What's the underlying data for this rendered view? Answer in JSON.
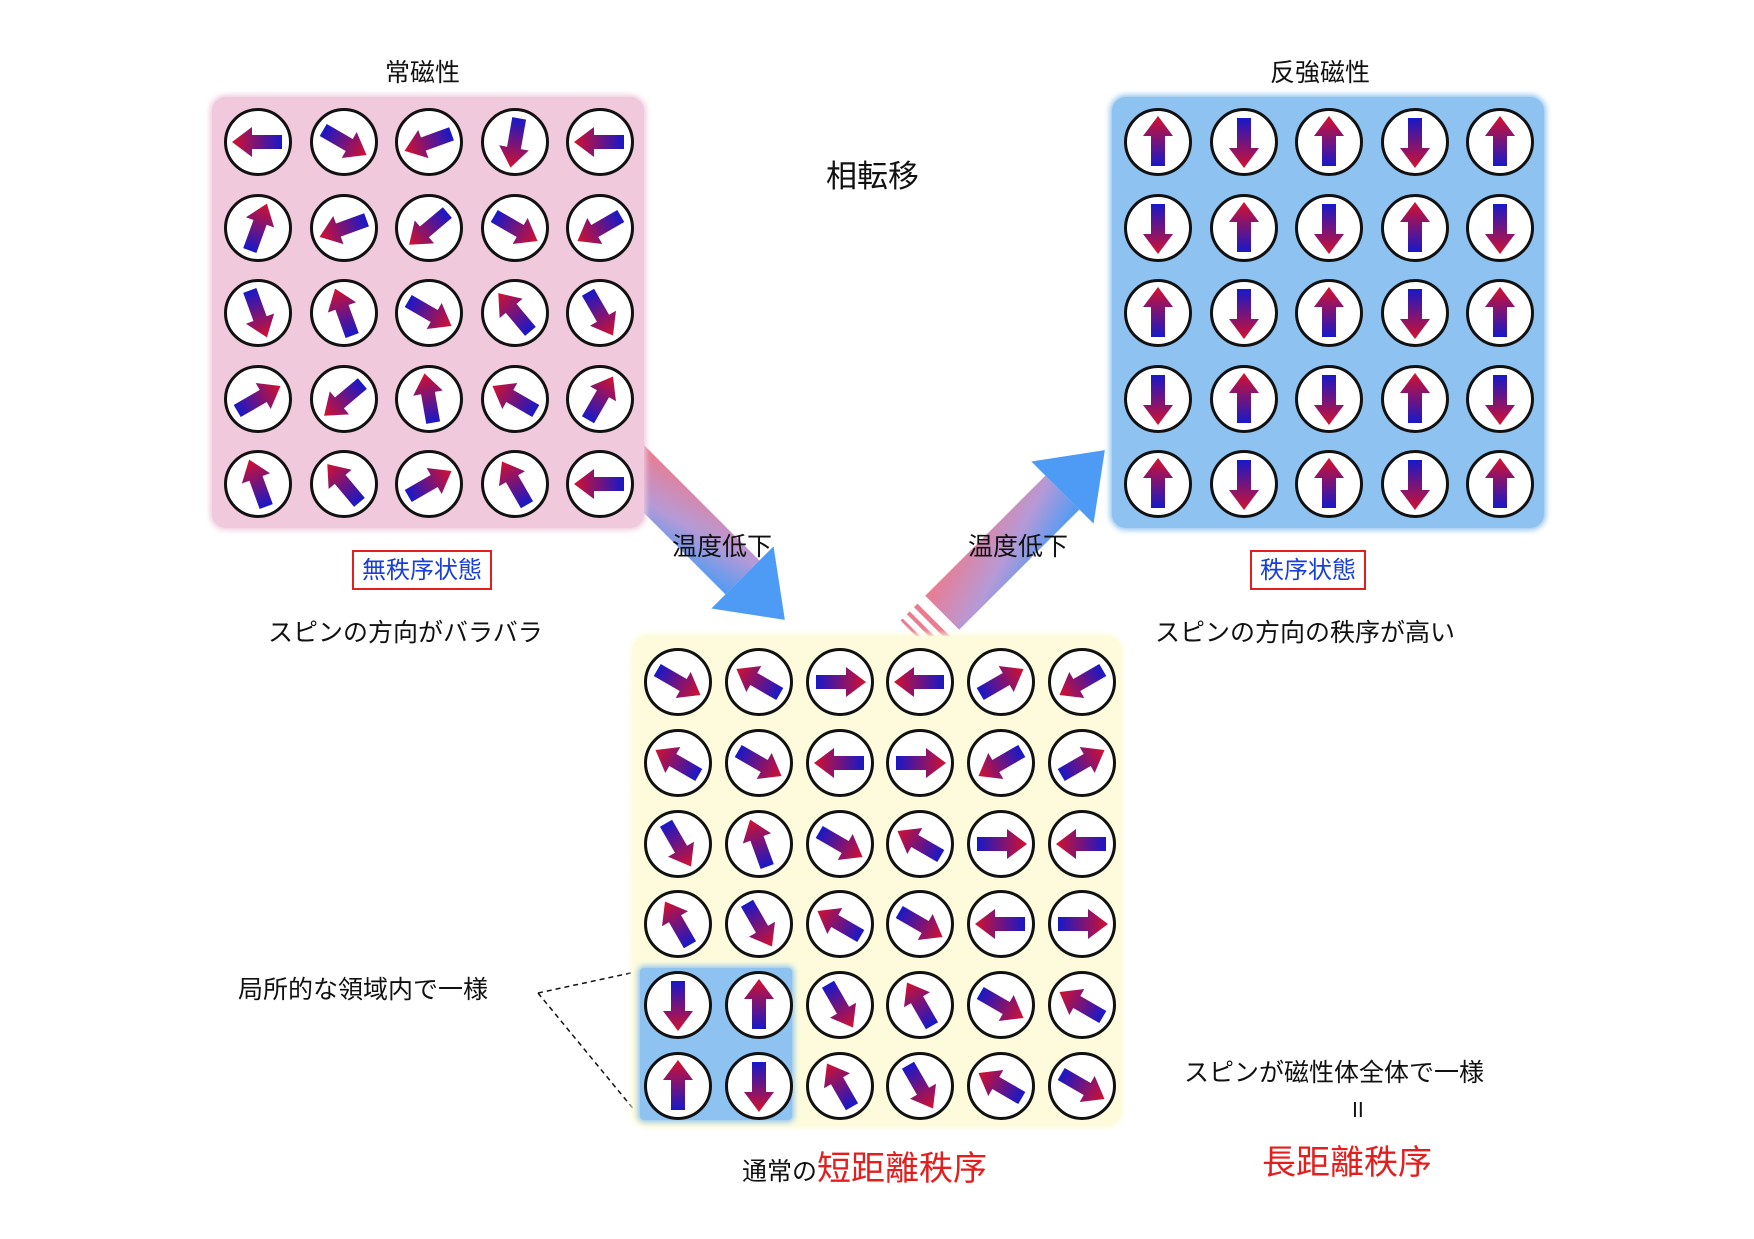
{
  "titles": {
    "paramagnetic": "常磁性",
    "antiferromagnetic": "反強磁性",
    "phase_transition": "相転移"
  },
  "arrows": {
    "left_label": "温度低下",
    "right_label": "温度低下"
  },
  "badges": {
    "disordered": "無秩序状態",
    "ordered": "秩序状態"
  },
  "captions": {
    "left": "スピンの方向がバラバラ",
    "right": "スピンの方向の秩序が高い",
    "local_uniform": "局所的な領域内で一様",
    "global_uniform": "スピンが磁性体全体で一様",
    "equals": "II",
    "bottom_prefix": "通常の",
    "short_range_order": "短距離秩序",
    "long_range_order": "長距離秩序"
  },
  "colors": {
    "panel_paramagnetic": "#f0c9dc",
    "panel_antiferro": "#8ec2f0",
    "panel_short_range": "#fdfbdc",
    "local_domain": "#8ec2f0",
    "spin_head": "#d4112e",
    "spin_tail": "#1818c8",
    "accent_red": "#e41e1e",
    "badge_text": "#1a3fd6"
  },
  "spins": {
    "paramagnetic_angles_deg": [
      [
        180,
        30,
        160,
        100,
        180
      ],
      [
        -70,
        160,
        140,
        30,
        150
      ],
      [
        70,
        -110,
        30,
        -130,
        60
      ],
      [
        -30,
        140,
        -100,
        -150,
        -60
      ],
      [
        -110,
        -130,
        -30,
        -120,
        180
      ]
    ],
    "antiferro_angles_deg": [
      [
        -90,
        90,
        -90,
        90,
        -90
      ],
      [
        90,
        -90,
        90,
        -90,
        90
      ],
      [
        -90,
        90,
        -90,
        90,
        -90
      ],
      [
        90,
        -90,
        90,
        -90,
        90
      ],
      [
        -90,
        90,
        -90,
        90,
        -90
      ]
    ],
    "short_range_angles_deg": [
      [
        30,
        -150,
        0,
        180,
        -30,
        150
      ],
      [
        -150,
        30,
        180,
        0,
        150,
        -30
      ],
      [
        60,
        -110,
        30,
        -150,
        0,
        180
      ],
      [
        -120,
        60,
        -150,
        30,
        180,
        0
      ],
      [
        90,
        -90,
        60,
        -120,
        30,
        -150
      ],
      [
        -90,
        90,
        -120,
        60,
        -150,
        30
      ]
    ]
  }
}
